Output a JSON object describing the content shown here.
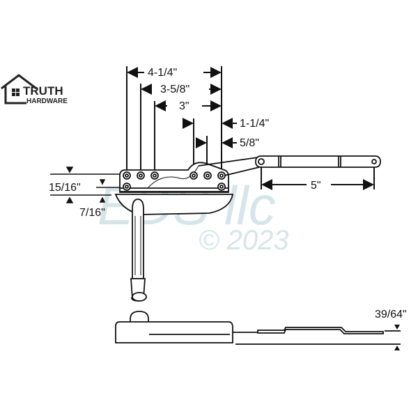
{
  "logo": {
    "line1": "TRUTH",
    "line2": "HARDWARE",
    "mark": "."
  },
  "watermark": {
    "text": "EDS llc",
    "copyright": "© 2023"
  },
  "dimensions": {
    "overall_width": "4-1/4\"",
    "mount_hole_span": "3-5/8\"",
    "inner_hole_span": "3\"",
    "offset_a": "1-1/4\"",
    "offset_b": "5/8\"",
    "arm_length": "5\"",
    "base_height": "15/16\"",
    "hole_offset": "7/16\"",
    "profile_height": "39/64\""
  },
  "colors": {
    "line": "#111111",
    "watermark": "#c9dde3",
    "background": "#ffffff"
  }
}
